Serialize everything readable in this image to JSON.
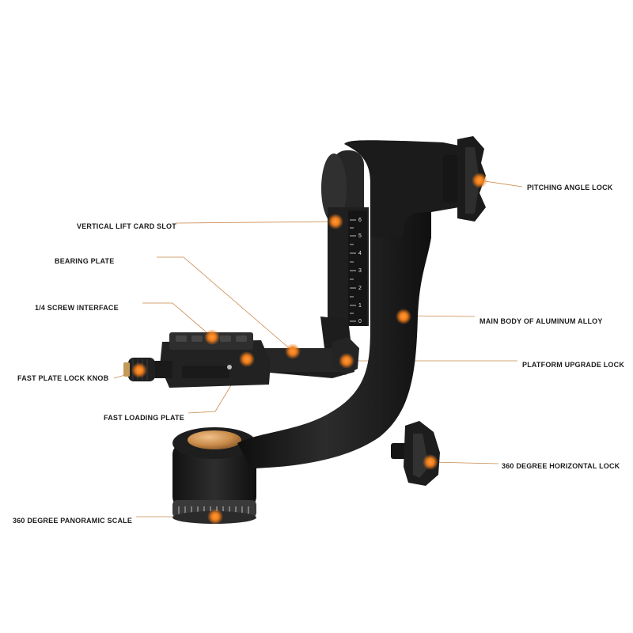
{
  "colors": {
    "background": "#ffffff",
    "body": "#1a1a1a",
    "body_highlight": "#3a3a3a",
    "plate": "#232323",
    "accent_orange": "#f07d1a",
    "leader_line": "#c9894a",
    "gold_cap": "#c98c4a",
    "scale_text": "#e8e8e8"
  },
  "device": {
    "name_icon": "gimbal-tripod-head",
    "scale_marks": [
      "6",
      "5",
      "4",
      "3",
      "2",
      "1",
      "0"
    ]
  },
  "callouts": {
    "vertical_lift_card_slot": "VERTICAL LIFT CARD SLOT",
    "bearing_plate": "BEARING PLATE",
    "screw_interface": "1/4 SCREW INTERFACE",
    "fast_plate_lock_knob": "FAST PLATE LOCK KNOB",
    "fast_loading_plate": "FAST LOADING PLATE",
    "panoramic_scale": "360 DEGREE PANORAMIC SCALE",
    "pitching_angle_lock": "PITCHING ANGLE LOCK",
    "main_body": "MAIN BODY OF ALUMINUM ALLOY",
    "platform_upgrade_lock": "PLATFORM UPGRADE LOCK",
    "horizontal_lock": "360 DEGREE HORIZONTAL LOCK"
  }
}
